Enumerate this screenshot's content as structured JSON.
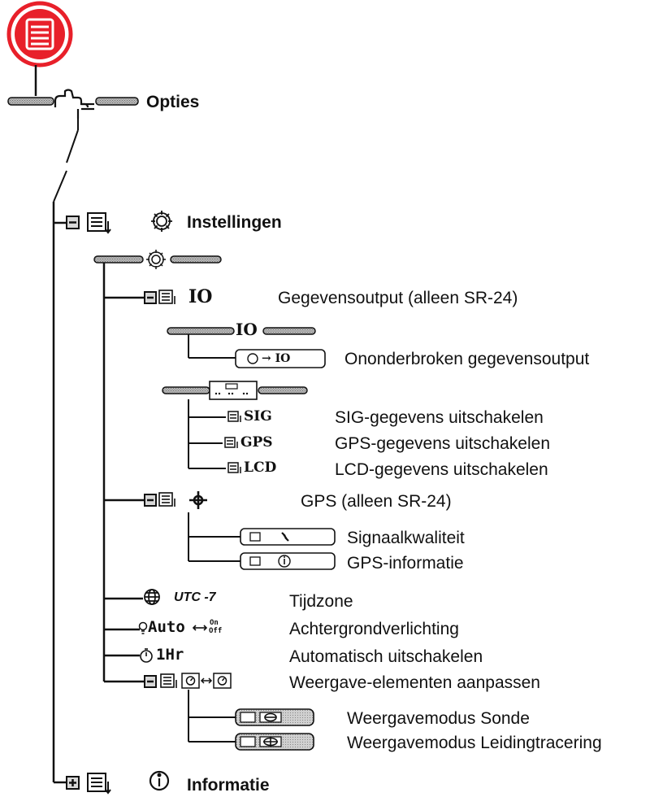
{
  "root": {
    "label": "Opties",
    "icon": "menu-icon"
  },
  "instellingen": {
    "label": "Instellingen",
    "icon": "gear-icon"
  },
  "io": {
    "code": "IO",
    "label": "Gegevensoutput (alleen SR-24)",
    "continuous": {
      "pill_text": "→ IO",
      "label": "Ononderbroken gegevensoutput"
    },
    "sig": {
      "code": "SIG",
      "label": "SIG-gegevens uitschakelen"
    },
    "gps": {
      "code": "GPS",
      "label": "GPS-gegevens uitschakelen"
    },
    "lcd": {
      "code": "LCD",
      "label": "LCD-gegevens uitschakelen"
    }
  },
  "gps": {
    "label": "GPS (alleen SR-24)",
    "icon": "crosshair-icon",
    "signal": {
      "label": "Signaalkwaliteit",
      "icon": "satellite-icon"
    },
    "info": {
      "label": "GPS-informatie",
      "icon": "info-icon"
    }
  },
  "timezone": {
    "code": "UTC -7",
    "label": "Tijdzone",
    "icon": "globe-icon"
  },
  "backlight": {
    "code": "Auto",
    "on": "On",
    "off": "Off",
    "label": "Achtergrondverlichting",
    "icon": "bulb-icon"
  },
  "autooff": {
    "code": "1Hr",
    "label": "Automatisch uitschakelen",
    "icon": "timer-icon"
  },
  "display": {
    "label": "Weergave-elementen aanpassen",
    "sonde": {
      "label": "Weergavemodus Sonde",
      "icon": "sonde-icon"
    },
    "line": {
      "label": "Weergavemodus Leidingtracering",
      "icon": "line-trace-icon"
    }
  },
  "informatie": {
    "label": "Informatie",
    "icon": "info-icon"
  },
  "colors": {
    "accent": "#e8202a",
    "line": "#111111",
    "bar": "#9a9a9a"
  }
}
